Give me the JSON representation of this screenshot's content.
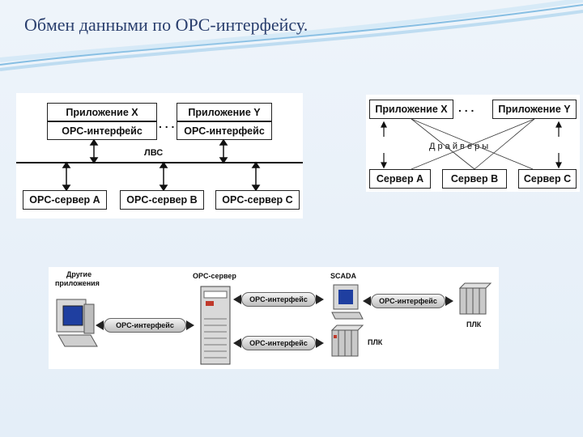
{
  "title": "Обмен данными по OPC-интерфейсу.",
  "diagram1": {
    "app_x": "Приложение X",
    "app_y": "Приложение Y",
    "opc_interface_1": "OPC-интерфейс",
    "opc_interface_2": "OPC-интерфейс",
    "dots": ". . .",
    "network": "ЛВС",
    "server_a": "OPC-сервер A",
    "server_b": "OPC-сервер B",
    "server_c": "OPC-сервер C"
  },
  "diagram2": {
    "app_x": "Приложение X",
    "app_y": "Приложение Y",
    "dots": ". . .",
    "drivers": "Д р а й в е р ы",
    "server_a": "Сервер A",
    "server_b": "Сервер B",
    "server_c": "Сервер C"
  },
  "diagram3": {
    "other_apps_line1": "Другие",
    "other_apps_line2": "приложения",
    "opc_server": "OPC-сервер",
    "scada": "SCADA",
    "plc_1": "ПЛК",
    "plc_2": "ПЛК",
    "pipe_1": "OPC-интерфейс",
    "pipe_2": "OPC-интерфейс",
    "pipe_3": "OPC-интерфейс",
    "pipe_4": "OPC-интерфейс"
  }
}
